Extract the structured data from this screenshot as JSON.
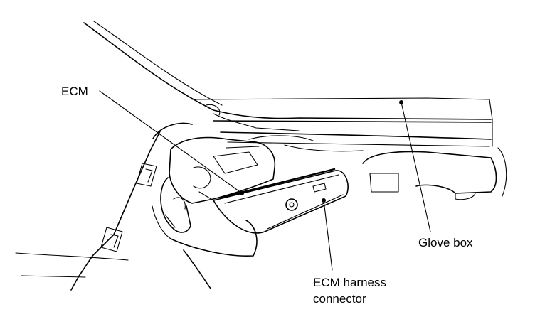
{
  "labels": {
    "ecm": "ECM",
    "glove_box": "Glove box",
    "ecm_harness_connector_line1": "ECM harness",
    "ecm_harness_connector_line2": "connector"
  },
  "colors": {
    "ink": "#000000",
    "paper": "#ffffff"
  }
}
